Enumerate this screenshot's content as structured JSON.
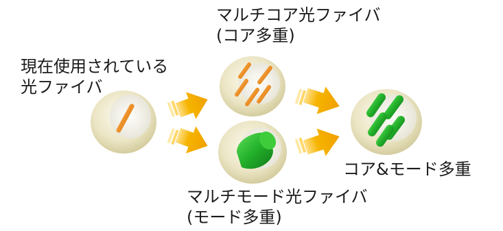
{
  "labels": {
    "current_fiber": [
      "現在使用されている",
      "光ファイバ"
    ],
    "multicore_fiber": [
      "マルチコア光ファイバ",
      "(コア多重)"
    ],
    "multimode_fiber": [
      "マルチモード光ファイバ",
      "(モード多重)"
    ],
    "core_mode_mux": "コア&モード多重"
  },
  "colors": {
    "cladding": "#efead2",
    "cladding_shadow": "#c9c39a",
    "core_orange": "#f08a1c",
    "mode_green": "#22b02a",
    "arrow_yellow": "#f6b200"
  }
}
